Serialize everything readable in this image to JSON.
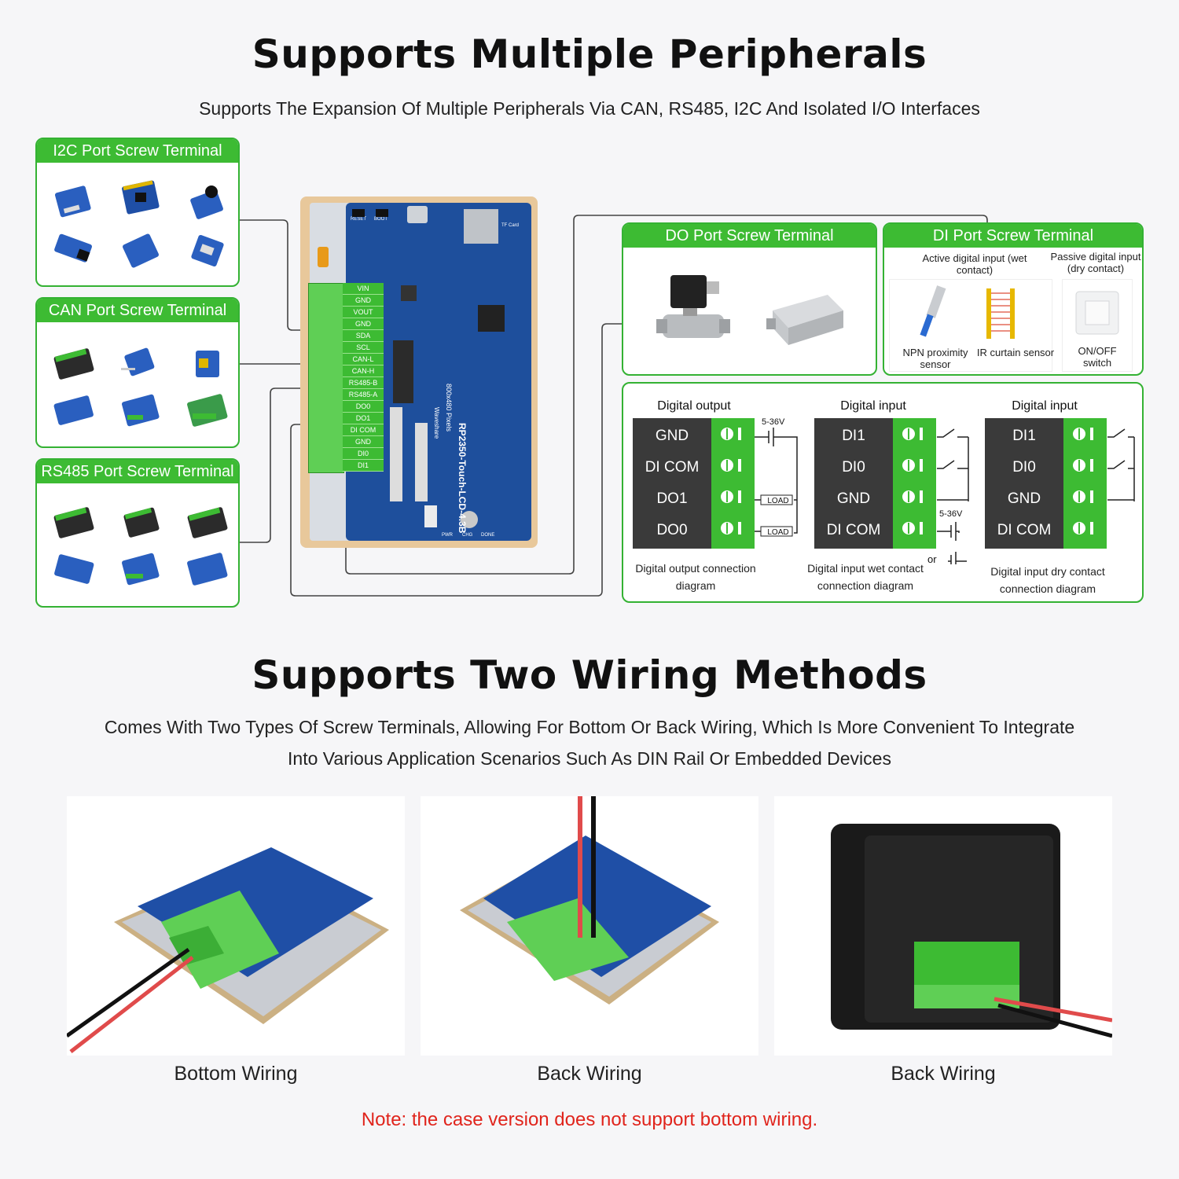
{
  "header": {
    "title": "Supports Multiple Peripherals",
    "subtitle": "Supports The Expansion Of Multiple Peripherals Via CAN, RS485, I2C And Isolated I/O Interfaces"
  },
  "left_cards": [
    {
      "title": "I2C Port Screw Terminal"
    },
    {
      "title": "CAN Port Screw Terminal"
    },
    {
      "title": "RS485 Port Screw Terminal"
    }
  ],
  "board": {
    "model": "RP2350-Touch-LCD-4.3B",
    "resolution": "800x480 Pixels",
    "brand": "Waveshare",
    "top_labels": [
      "RESET",
      "BOOT",
      "TF Card"
    ],
    "bottom_labels": [
      "PWR",
      "CHG",
      "DONE"
    ],
    "pins": [
      "VIN",
      "GND",
      "VOUT",
      "GND",
      "SDA",
      "SCL",
      "CAN-L",
      "CAN-H",
      "RS485-B",
      "RS485-A",
      "DO0",
      "DO1",
      "DI COM",
      "GND",
      "DI0",
      "DI1"
    ]
  },
  "do_card": {
    "title": "DO Port Screw Terminal"
  },
  "di_card": {
    "title": "DI Port Screw Terminal",
    "active_label": "Active digital input (wet contact)",
    "passive_label": "Passive digital input (dry contact)",
    "items": [
      "NPN proximity sensor",
      "IR curtain sensor",
      "ON/OFF switch"
    ]
  },
  "diagrams": [
    {
      "heading": "Digital output",
      "rows": [
        "GND",
        "DI COM",
        "DO1",
        "DO0"
      ],
      "voltage": "5-36V",
      "load": "LOAD",
      "caption": "Digital output connection diagram"
    },
    {
      "heading": "Digital input",
      "rows": [
        "DI1",
        "DI0",
        "GND",
        "DI COM"
      ],
      "voltage": "5-36V",
      "or": "or",
      "caption": "Digital input wet contact connection diagram"
    },
    {
      "heading": "Digital input",
      "rows": [
        "DI1",
        "DI0",
        "GND",
        "DI COM"
      ],
      "caption": "Digital input dry contact connection diagram"
    }
  ],
  "wiring": {
    "title": "Supports Two Wiring Methods",
    "subtitle_line1": "Comes With Two Types Of Screw Terminals, Allowing For Bottom Or Back Wiring, Which Is More Convenient To Integrate",
    "subtitle_line2": "Into Various Application Scenarios Such As DIN Rail Or Embedded Devices",
    "captions": [
      "Bottom Wiring",
      "Back Wiring",
      "Back Wiring"
    ],
    "note": "Note: the case version does not support bottom wiring."
  },
  "colors": {
    "green": "#3dbb33",
    "note_red": "#e0241c",
    "board_blue": "#1e4f9c"
  }
}
